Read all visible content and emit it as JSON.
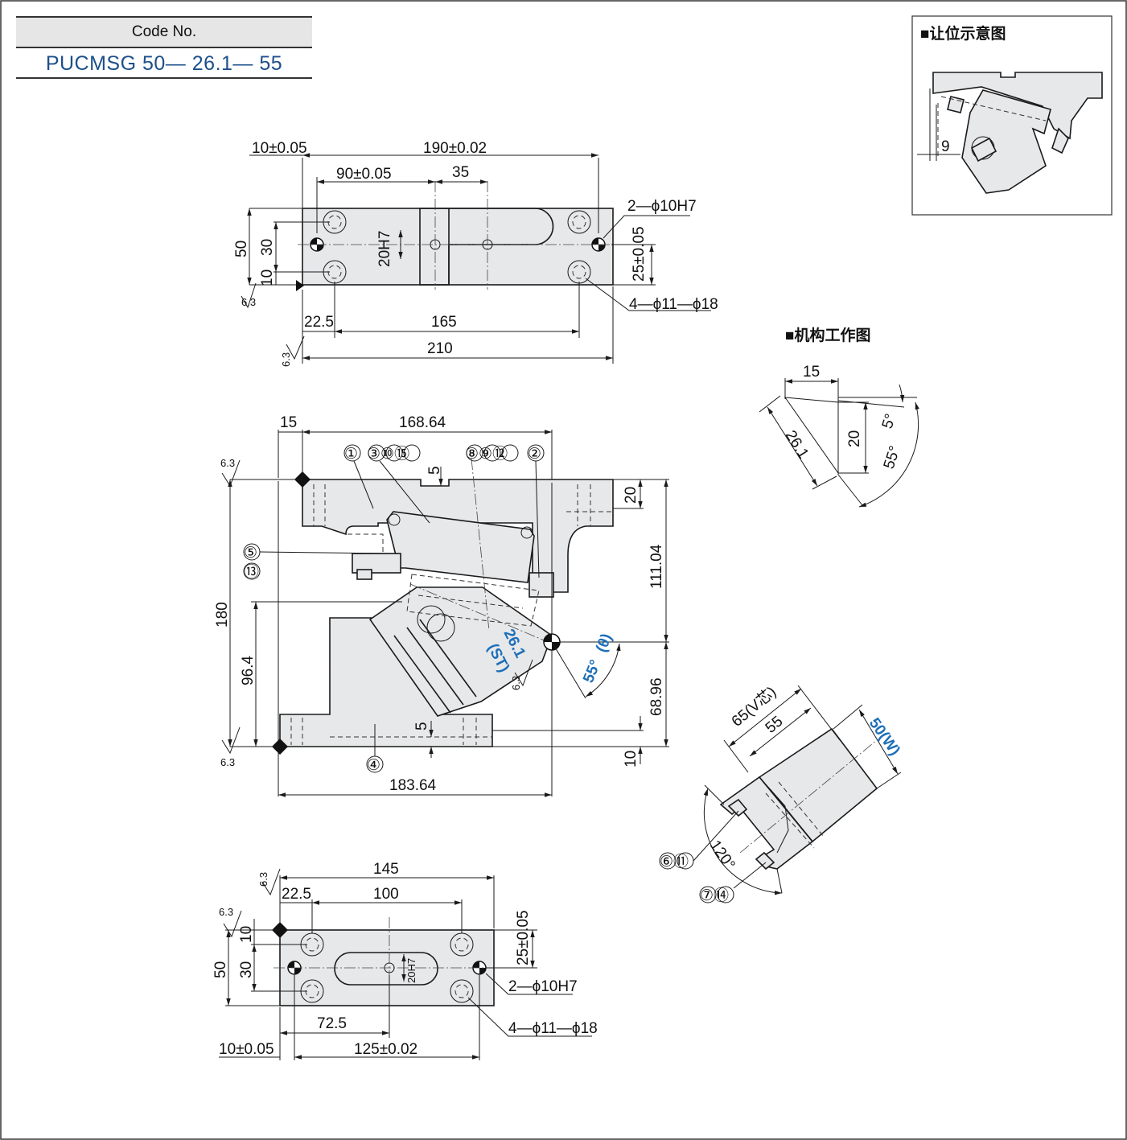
{
  "code_box": {
    "label": "Code No.",
    "value": "PUCMSG 50— 26.1— 55"
  },
  "sections": {
    "clearance_title": "■让位示意图",
    "mechanism_title": "■机构工作图"
  },
  "top_view": {
    "d10_pm": "10±0.05",
    "d190_pm": "190±0.02",
    "d90_pm": "90±0.05",
    "d35": "35",
    "d20h7": "20H7",
    "pin_holes": "2—ϕ10H7",
    "bolt_holes": "4—ϕ11—ϕ18",
    "d25_pm": "25±0.05",
    "d50": "50",
    "d30": "30",
    "d10": "10",
    "d22_5": "22.5",
    "d165": "165",
    "d210": "210",
    "roughness": "6.3"
  },
  "front_view": {
    "d15": "15",
    "d168_64": "168.64",
    "d5_top": "5",
    "d20": "20",
    "d111_04": "111.04",
    "d180": "180",
    "d96_4": "96.4",
    "d68_96": "68.96",
    "d5_bottom": "5",
    "d10": "10",
    "d183_64": "183.64",
    "stroke_value": "26.1",
    "stroke_label": "(ST)",
    "angle_value": "55°",
    "angle_label": "(θ)",
    "callouts": {
      "c1": "①",
      "c3_10_15": "③⑩⑮",
      "c8_9_12": "⑧⑨⑫",
      "c2": "②",
      "c5": "⑤",
      "c13": "⑬",
      "c4": "④"
    },
    "roughness": "6.3"
  },
  "bottom_view": {
    "d145": "145",
    "d22_5": "22.5",
    "d100": "100",
    "d25_pm": "25±0.05",
    "d20h7": "20H7",
    "pin_holes": "2—ϕ10H7",
    "bolt_holes": "4—ϕ11—ϕ18",
    "d50": "50",
    "d30": "30",
    "d10": "10",
    "d72_5": "72.5",
    "d10_pm": "10±0.05",
    "d125_pm": "125±0.02",
    "roughness": "6.3"
  },
  "clearance_diagram": {
    "d9": "9"
  },
  "mechanism_diagram": {
    "d15": "15",
    "d26_1": "26.1",
    "d20": "20",
    "a5": "5°",
    "a55": "55°"
  },
  "cam_detail": {
    "d65v": "65(V芯)",
    "d55": "55",
    "d50w": "50(W)",
    "a120": "120°",
    "c6_11": "⑥⑪",
    "c7_14": "⑦⑭"
  }
}
